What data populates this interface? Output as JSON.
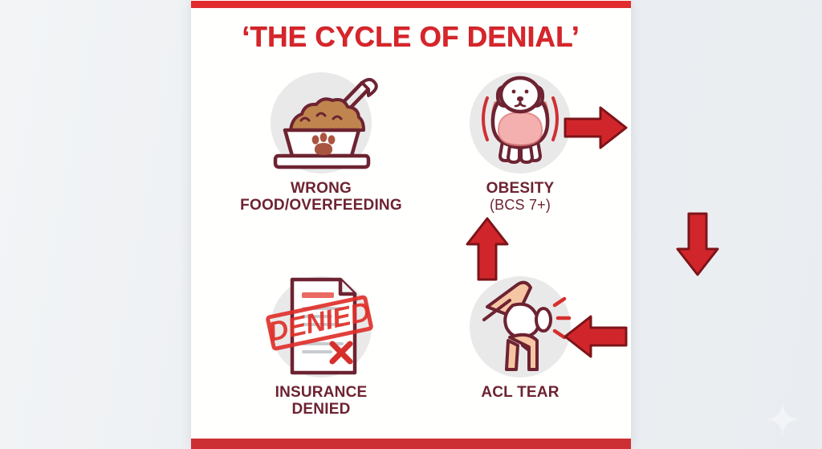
{
  "page": {
    "background_color": "#eceff2",
    "card_background": "#fffffd",
    "accent_red": "#d6262b",
    "bar_red": "#cc3033",
    "label_color": "#6d2331",
    "disc_color": "#e9e9ea"
  },
  "header": {
    "title": "‘THE CYCLE OF DENIAL’"
  },
  "nodes": [
    {
      "id": "wrong-food",
      "icon": "dog-food-bowl-icon",
      "label_line1": "WRONG",
      "label_line2": "FOOD/OVERFEEDING",
      "sub": ""
    },
    {
      "id": "obesity",
      "icon": "obese-dog-icon",
      "label_line1": "OBESITY",
      "label_line2": "",
      "sub": "(BCS 7+)"
    },
    {
      "id": "acl-tear",
      "icon": "knee-joint-tear-icon",
      "label_line1": "ACL TEAR",
      "label_line2": "",
      "sub": ""
    },
    {
      "id": "insurance-denied",
      "icon": "denied-document-icon",
      "label_line1": "INSURANCE",
      "label_line2": "DENIED",
      "sub": ""
    }
  ],
  "stamp": {
    "text": "DENIED",
    "color": "#e0302a",
    "rotation_deg": -12
  },
  "arrows": [
    {
      "id": "arrow-right",
      "direction": "right",
      "from": "wrong-food",
      "to": "obesity"
    },
    {
      "id": "arrow-down",
      "direction": "down",
      "from": "obesity",
      "to": "acl-tear"
    },
    {
      "id": "arrow-left",
      "direction": "left",
      "from": "acl-tear",
      "to": "insurance-denied"
    },
    {
      "id": "arrow-up",
      "direction": "up",
      "from": "insurance-denied",
      "to": "wrong-food"
    }
  ],
  "watermark": {
    "icon": "sparkle-icon"
  }
}
